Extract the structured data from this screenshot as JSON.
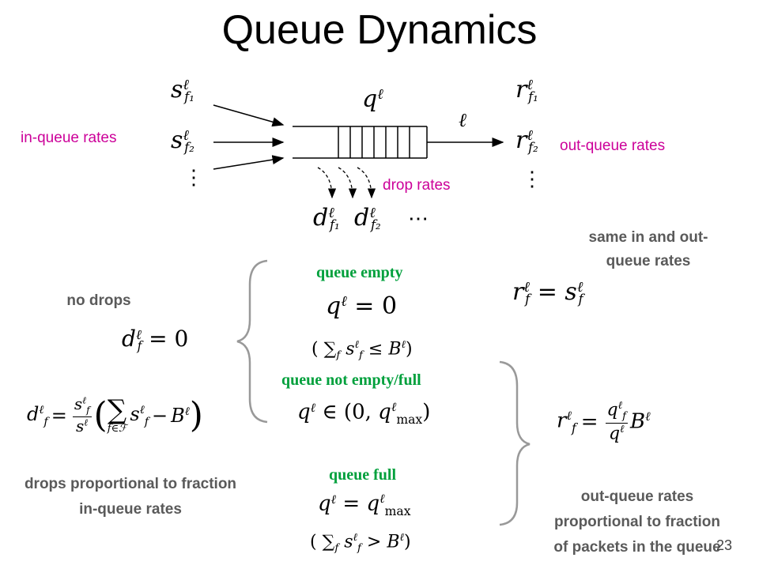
{
  "title": "Queue Dynamics",
  "labels": {
    "in_queue": "in-queue rates",
    "out_queue": "out-queue rates",
    "drop": "drop rates",
    "same_rates": "same in and out-\nqueue rates",
    "no_drops": "no drops",
    "drops_prop_1": "drops proportional to fraction",
    "drops_prop_2": "in-queue rates",
    "out_prop_1": "out-queue rates",
    "out_prop_2": "proportional to fraction",
    "out_prop_3": "of packets in the queue"
  },
  "cases": {
    "empty": "queue empty",
    "not_full": "queue not empty/full",
    "full": "queue full"
  },
  "page_number": "23",
  "colors": {
    "magenta": "#cc0099",
    "green": "#00a03c",
    "gray": "#5a5a5a"
  }
}
